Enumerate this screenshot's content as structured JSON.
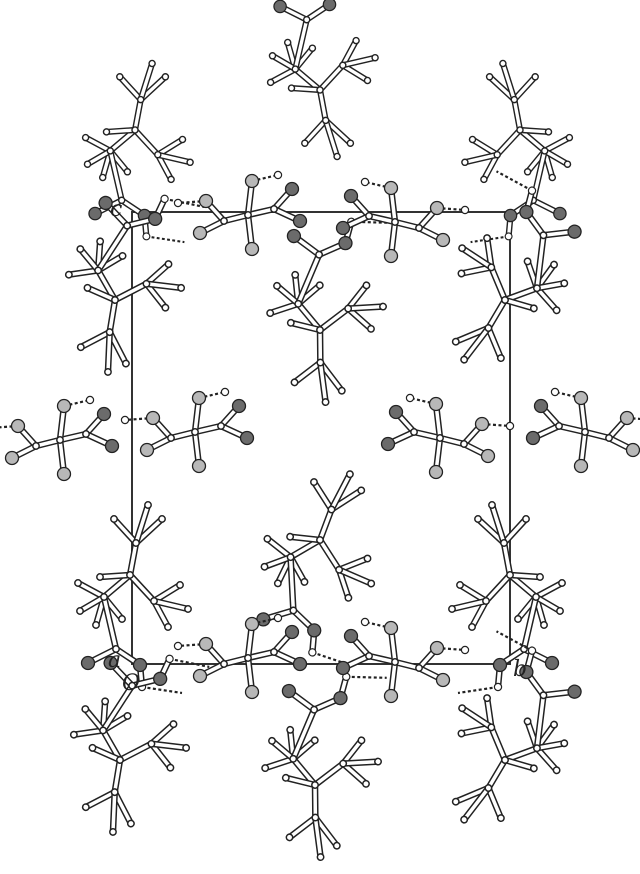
{
  "figure": {
    "axes": {
      "c": "c",
      "a": "a",
      "origin": "O",
      "b": "b"
    }
  }
}
